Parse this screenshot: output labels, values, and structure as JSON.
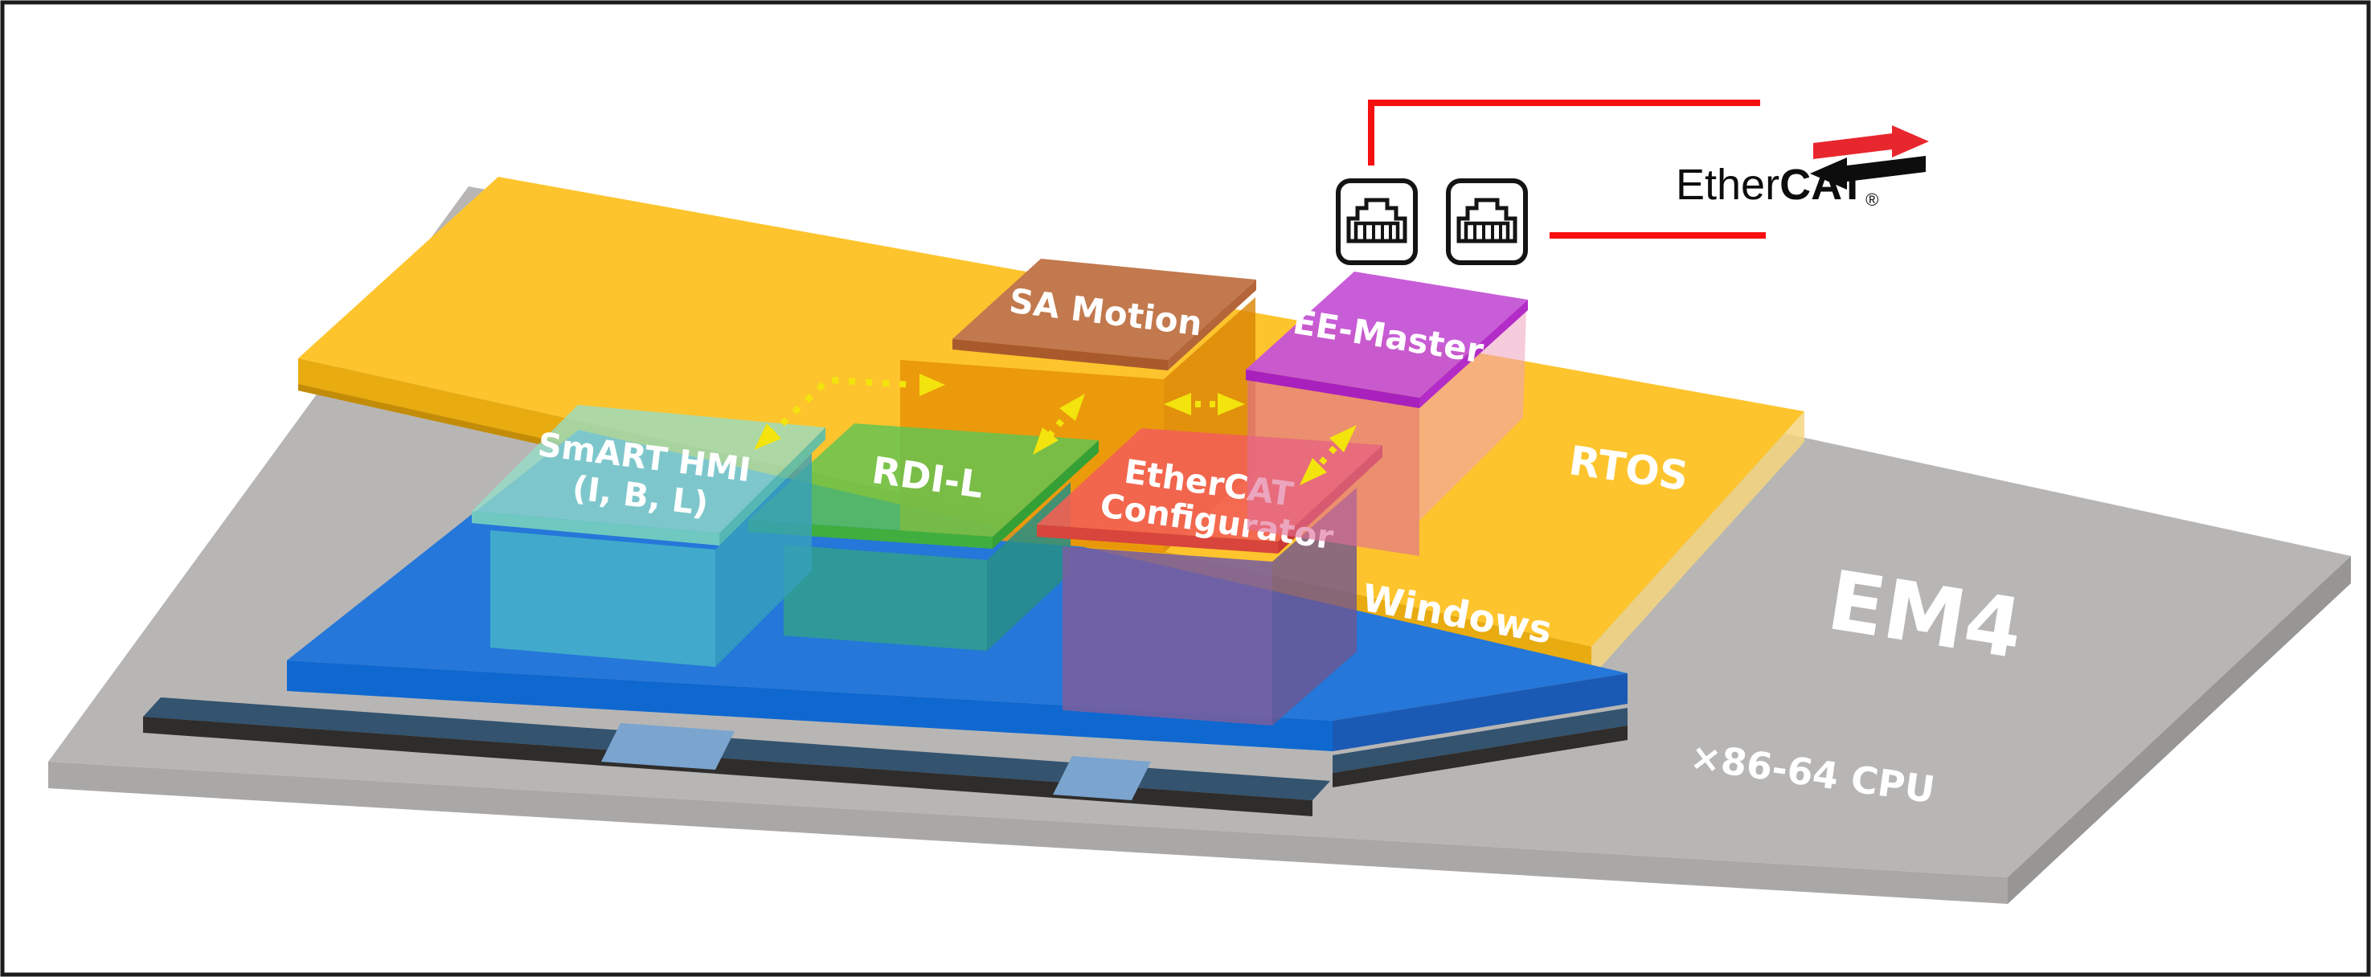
{
  "frame": {
    "border_color": "#1b1b1b",
    "background": "#ffffff"
  },
  "platform": {
    "name": "EM4",
    "cpu_label": "×86-64 CPU",
    "top_color": "#b7b6b5",
    "front_color": "#a9a8a7",
    "side_color": "#979695",
    "label_color": "#ffffff"
  },
  "layers": {
    "rtos": {
      "label": "RTOS",
      "top_color": "#fdc42d",
      "front_color": "#e8ab10",
      "side_color": "#f4d57e"
    },
    "windows": {
      "label": "Windows",
      "top_color": "#2577d9",
      "front_color": "#0f68d0",
      "side_color": "#1b5ab4"
    }
  },
  "blocks": {
    "smart_hmi": {
      "label": "SmART HMI",
      "sublabel": "(I, B, L)",
      "top_color": "#96dec8",
      "front_color": "#46b2ca"
    },
    "rdi_l": {
      "label": "RDI-L",
      "top_color": "#5fc453",
      "front_color": "#2f9c92"
    },
    "configurator": {
      "label": "EtherCAT",
      "sublabel": "Configurator",
      "top_color": "#f36054",
      "front_color": "#7a5f9e"
    },
    "sa_motion": {
      "label": "SA Motion",
      "top_color": "#c2794e",
      "body_color": "#e99609"
    },
    "ee_master": {
      "label": "EE-Master",
      "top_color": "#c554d6",
      "body_color": "#e06e96"
    }
  },
  "arrows": {
    "color": "#f2e40c",
    "style": "dotted-double-headed",
    "connections": [
      {
        "from": "sa_motion",
        "to": "smart_hmi"
      },
      {
        "from": "sa_motion",
        "to": "rdi_l"
      },
      {
        "from": "sa_motion",
        "to": "ee_master"
      },
      {
        "from": "ee_master",
        "to": "configurator"
      }
    ]
  },
  "network": {
    "logo_regular": "Ether",
    "logo_bold": "CAT",
    "registered_mark": "®",
    "wire_color": "#f50f0f",
    "port_icon": "rj45-port-icon",
    "port_count": 2
  }
}
